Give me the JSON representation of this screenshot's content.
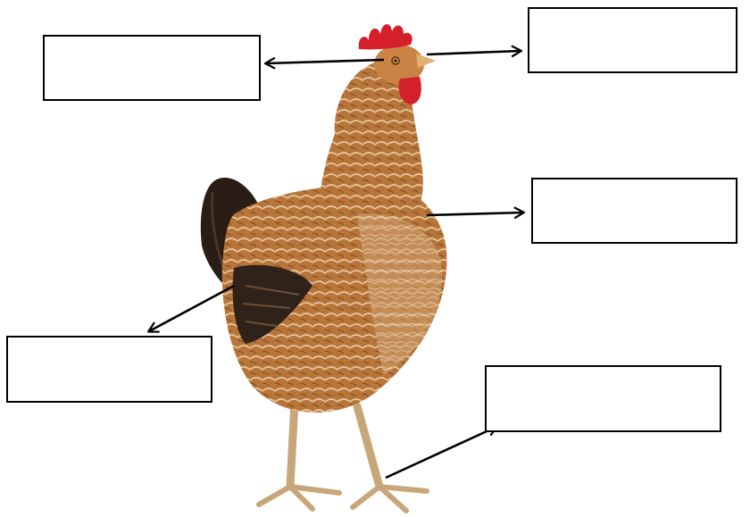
{
  "diagram": {
    "subject": "chicken",
    "label_boxes": [
      {
        "id": "eye",
        "text": ""
      },
      {
        "id": "beak",
        "text": ""
      },
      {
        "id": "neck",
        "text": ""
      },
      {
        "id": "wing",
        "text": ""
      },
      {
        "id": "feet",
        "text": ""
      }
    ]
  },
  "colors": {
    "comb": "#d4202a",
    "plumage": "#b8753a",
    "plumage_light": "#d9b58a",
    "tail": "#2a1d15",
    "legs": "#d6b98e",
    "box_border": "#000000",
    "arrow": "#000000"
  }
}
